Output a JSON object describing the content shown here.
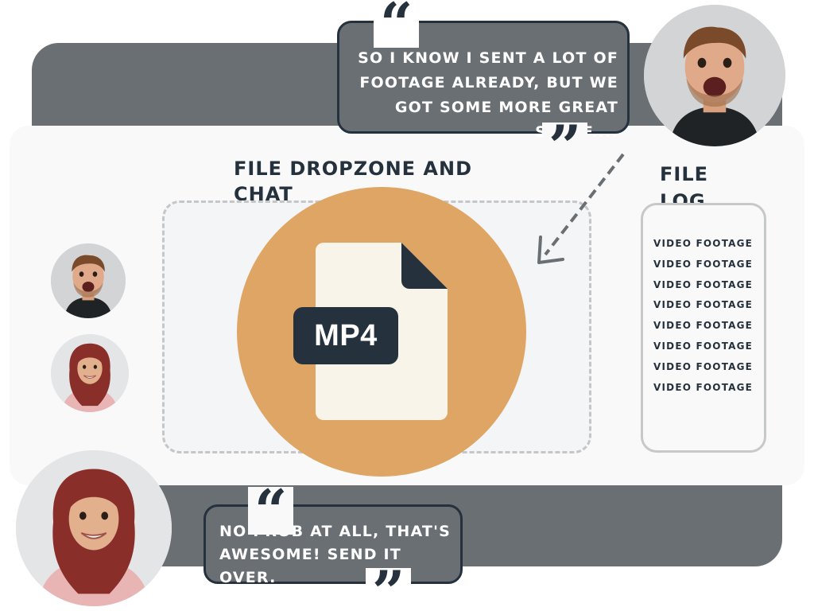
{
  "header": {
    "message": "SO I KNOW I SENT A LOT OF FOOTAGE ALREADY, BUT WE GOT SOME MORE GREAT STUFF...."
  },
  "main": {
    "title": "FILE DROPZONE AND CHAT",
    "file_badge": "MP4"
  },
  "file_log": {
    "title": "FILE LOG",
    "items": [
      "VIDEO FOOTAGE",
      "VIDEO FOOTAGE",
      "VIDEO FOOTAGE",
      "VIDEO FOOTAGE",
      "VIDEO FOOTAGE",
      "VIDEO FOOTAGE",
      "VIDEO FOOTAGE",
      "VIDEO FOOTAGE"
    ]
  },
  "footer": {
    "message": "NO PROB AT ALL, THAT'S AWESOME! SEND IT OVER."
  },
  "icons": {
    "open_quote": "“",
    "close_quote": "”"
  },
  "colors": {
    "bar": "#6a6f74",
    "accent": "#dea564",
    "dark": "#25313d",
    "panel": "#f9f9f9"
  }
}
